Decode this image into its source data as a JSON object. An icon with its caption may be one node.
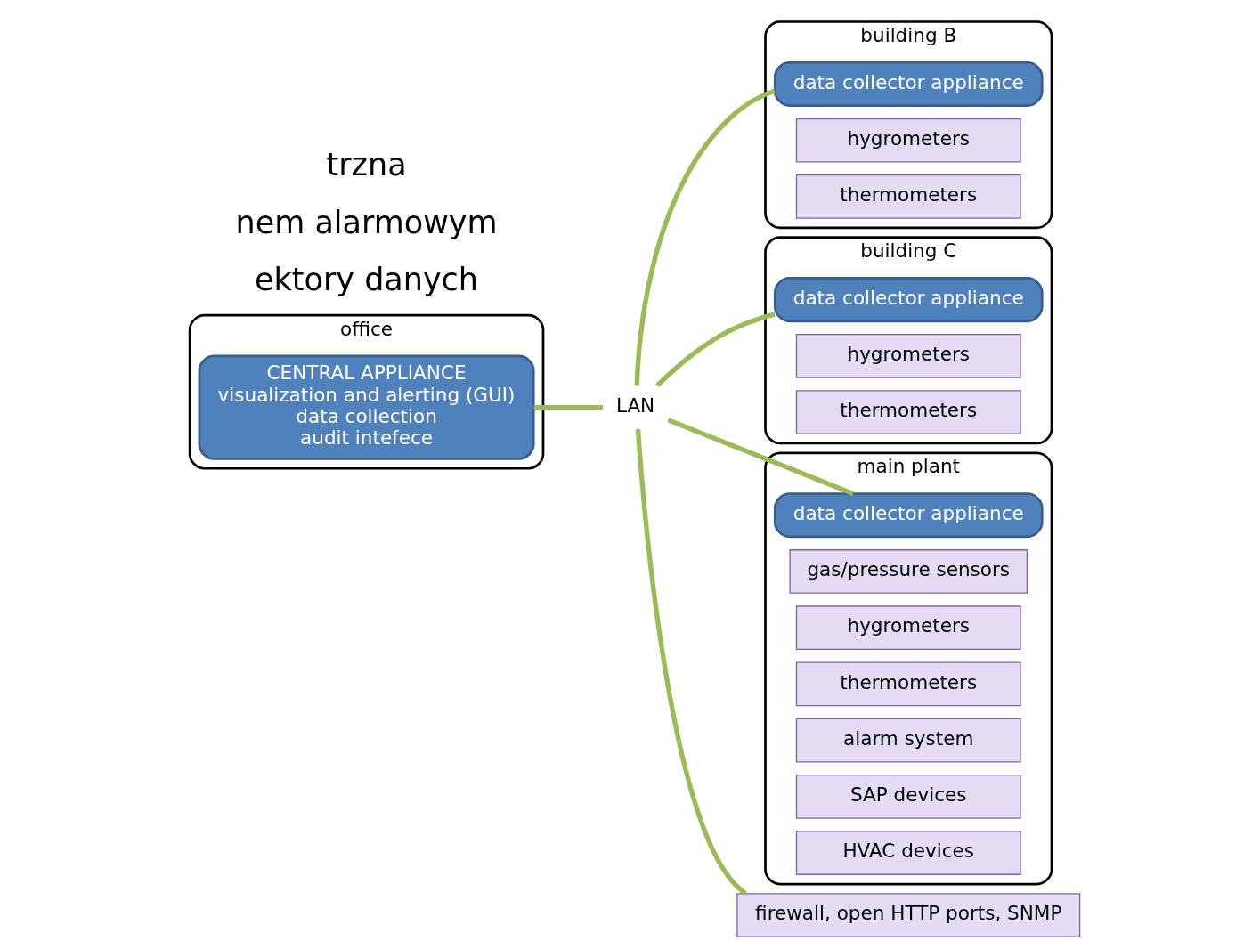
{
  "diagram": {
    "nodes": [
      {
        "text": [
          "office"
        ]
      },
      {
        "text": [
          "CENTRAL APPLIANCE",
          "visualization and alerting (GUI)",
          "data collection",
          "audit intefece"
        ],
        "in": 0
      },
      {
        "text": [
          "LAN"
        ]
      },
      {
        "text": [
          "building B"
        ]
      },
      {
        "text": [
          "data collector appliance"
        ],
        "in": 3
      },
      {
        "text": [
          "hygrometers"
        ],
        "in": 3
      },
      {
        "text": [
          "thermometers"
        ],
        "in": 3
      },
      {
        "text": [
          "building C"
        ]
      },
      {
        "text": [
          "data collector appliance"
        ],
        "in": 7
      },
      {
        "text": [
          "hygrometers"
        ],
        "in": 7
      },
      {
        "text": [
          "thermometers"
        ],
        "in": 7
      },
      {
        "text": [
          "main plant"
        ]
      },
      {
        "text": [
          "data collector appliance"
        ],
        "in": 11
      },
      {
        "text": [
          "gas/pressure sensors"
        ],
        "in": 11
      },
      {
        "text": [
          "hygrometers"
        ],
        "in": 11
      },
      {
        "text": [
          "thermometers"
        ],
        "in": 11
      },
      {
        "text": [
          "alarm system"
        ],
        "in": 11
      },
      {
        "text": [
          "SAP devices"
        ],
        "in": 11
      },
      {
        "text": [
          "HVAC devices"
        ],
        "in": 11
      },
      {
        "text": [
          "firewall, open HTTP ports, SNMP"
        ]
      }
    ],
    "edges": [
      {
        "from": 1,
        "to": 2,
        "arrow": "none"
      },
      {
        "from": 2,
        "to": 4,
        "arrow": "none"
      },
      {
        "from": 2,
        "to": 8,
        "arrow": "none"
      },
      {
        "from": 2,
        "to": 12,
        "arrow": "none"
      },
      {
        "from": 2,
        "to": 19,
        "arrow": "none"
      }
    ],
    "labels": [
      "ektory danych",
      "nem alarmowym",
      "trzna"
    ]
  }
}
